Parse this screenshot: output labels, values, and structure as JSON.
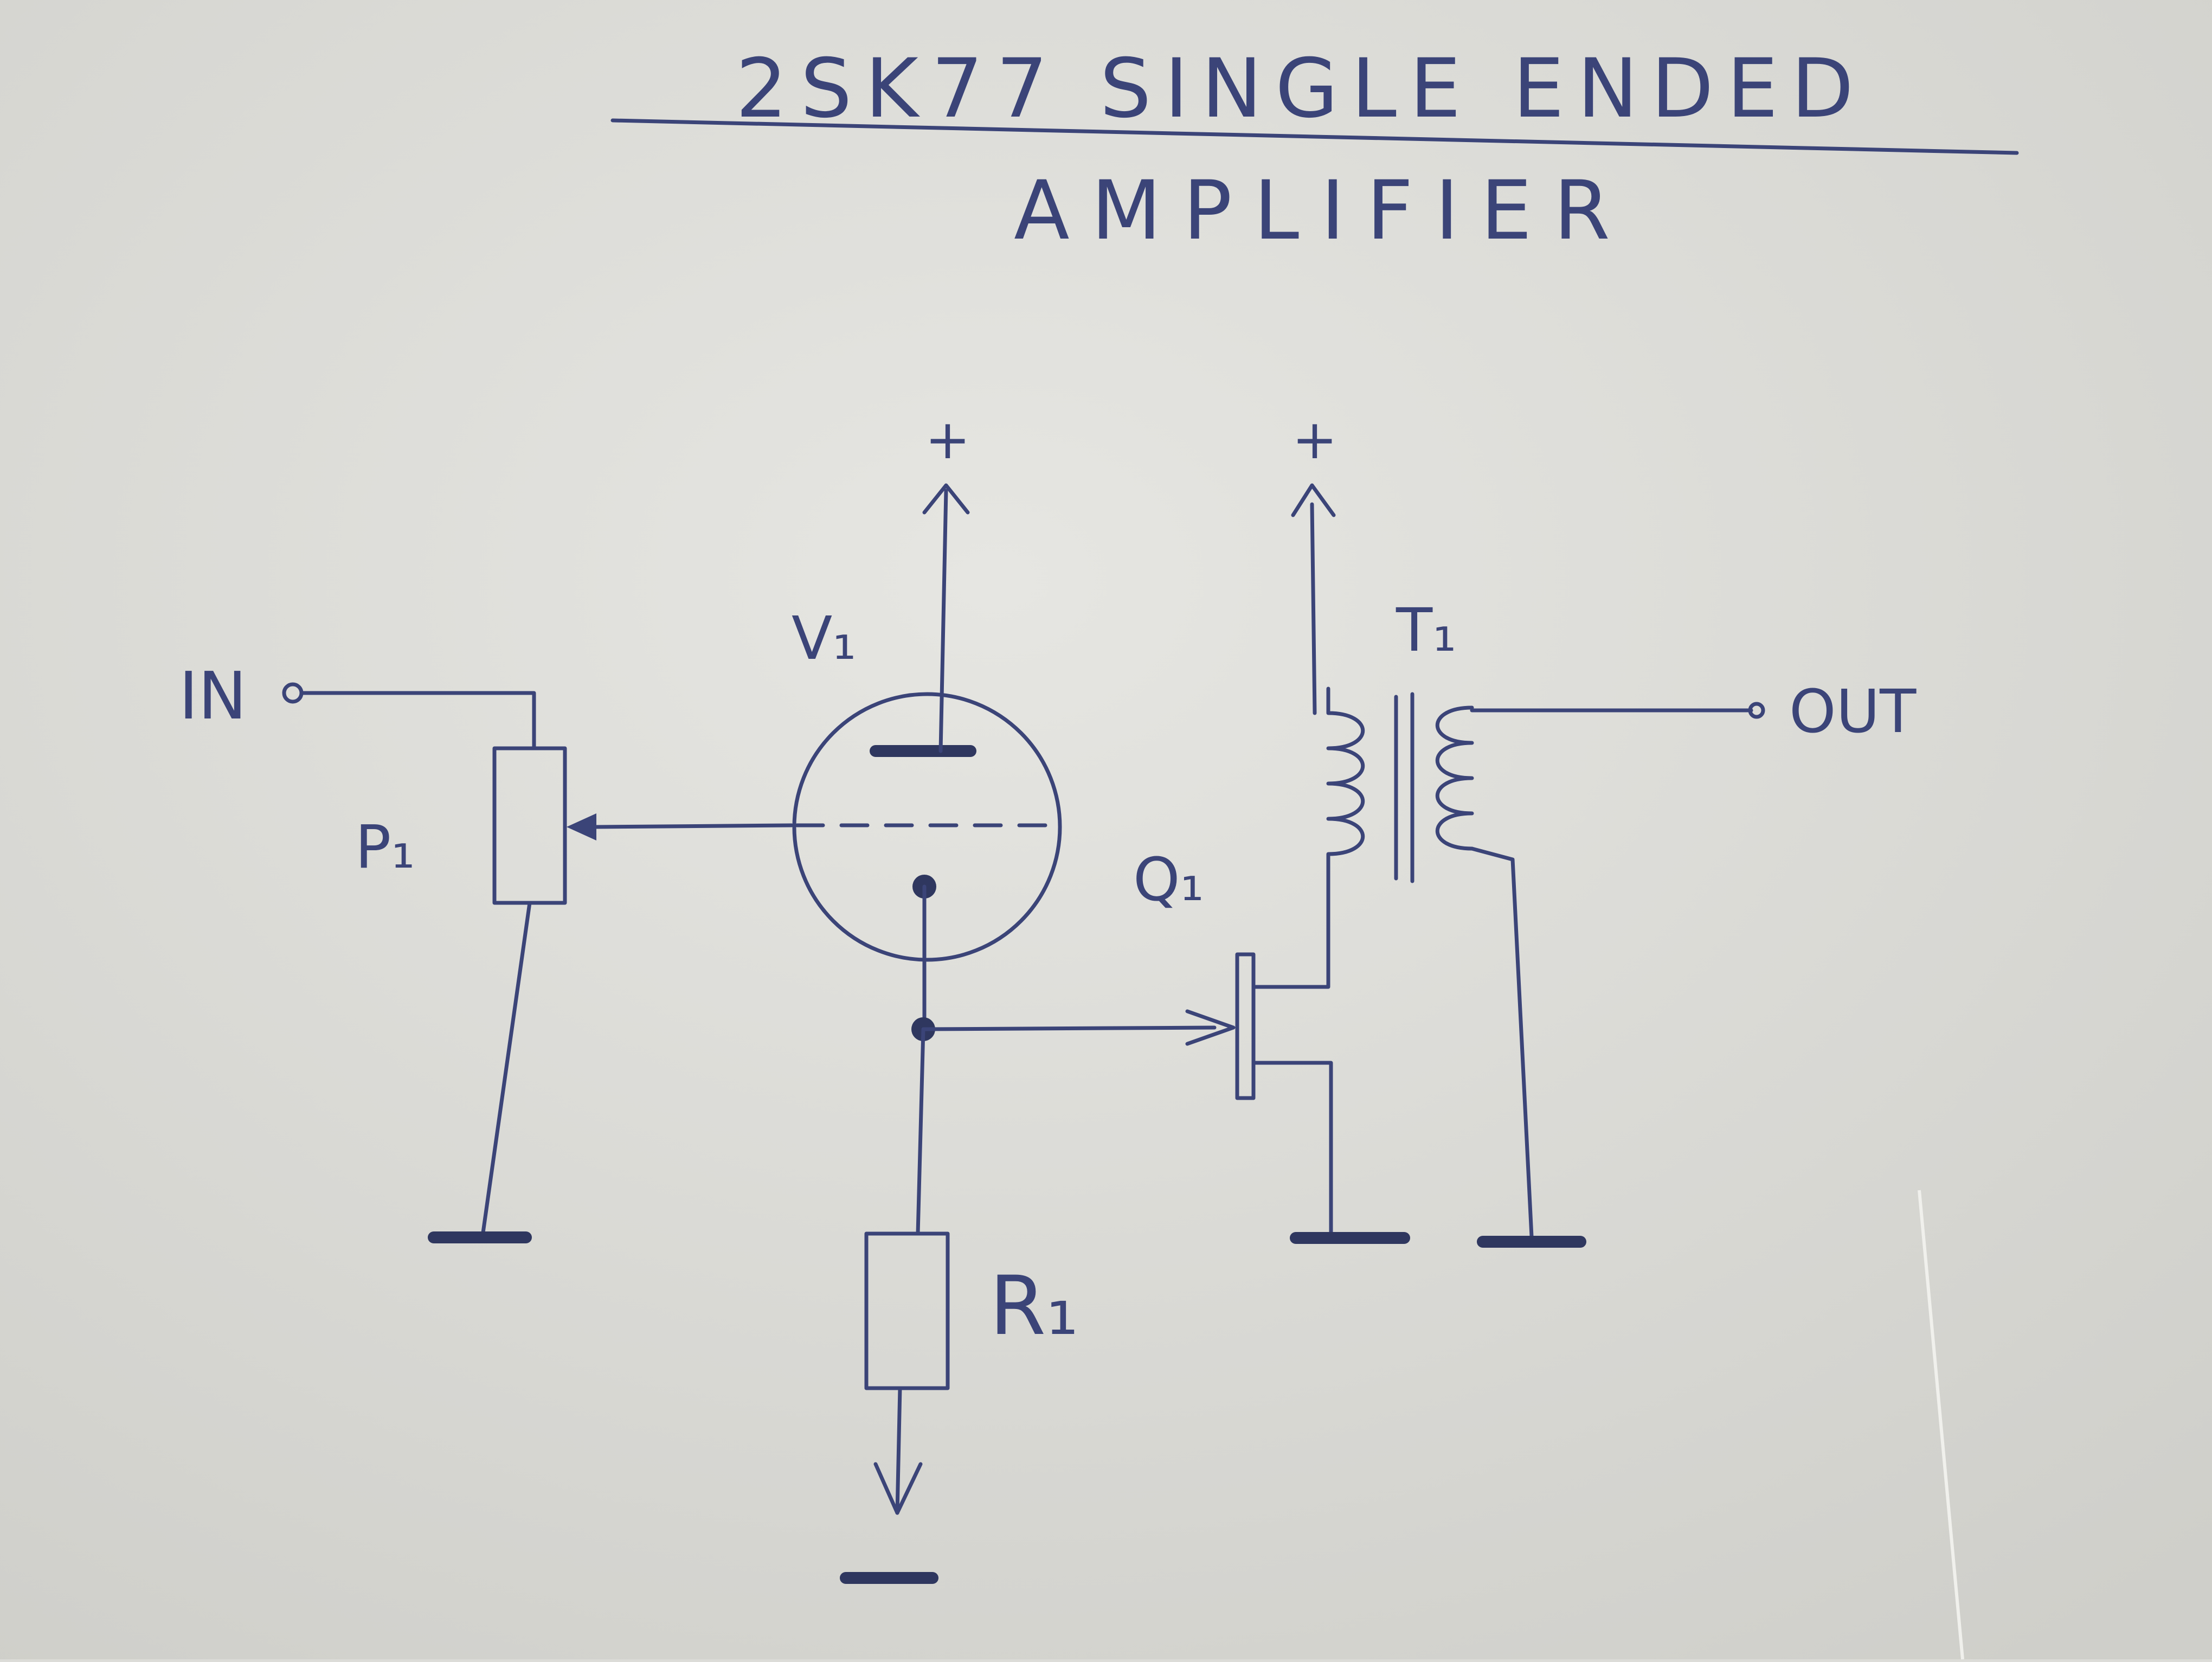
{
  "title": {
    "line1": "2SK77 SINGLE ENDED",
    "line2": "AMPLIFIER"
  },
  "labels": {
    "input": "IN",
    "output": "OUT",
    "supply_tube": "+",
    "supply_transformer": "+",
    "supply_negative": "—"
  },
  "components": {
    "potentiometer": "P₁",
    "tube": "V₁",
    "transistor": "Q₁",
    "transformer": "T₁",
    "resistor": "R₁"
  },
  "colors": {
    "paper": "#dcdcd8",
    "ink": "#3b4478"
  }
}
